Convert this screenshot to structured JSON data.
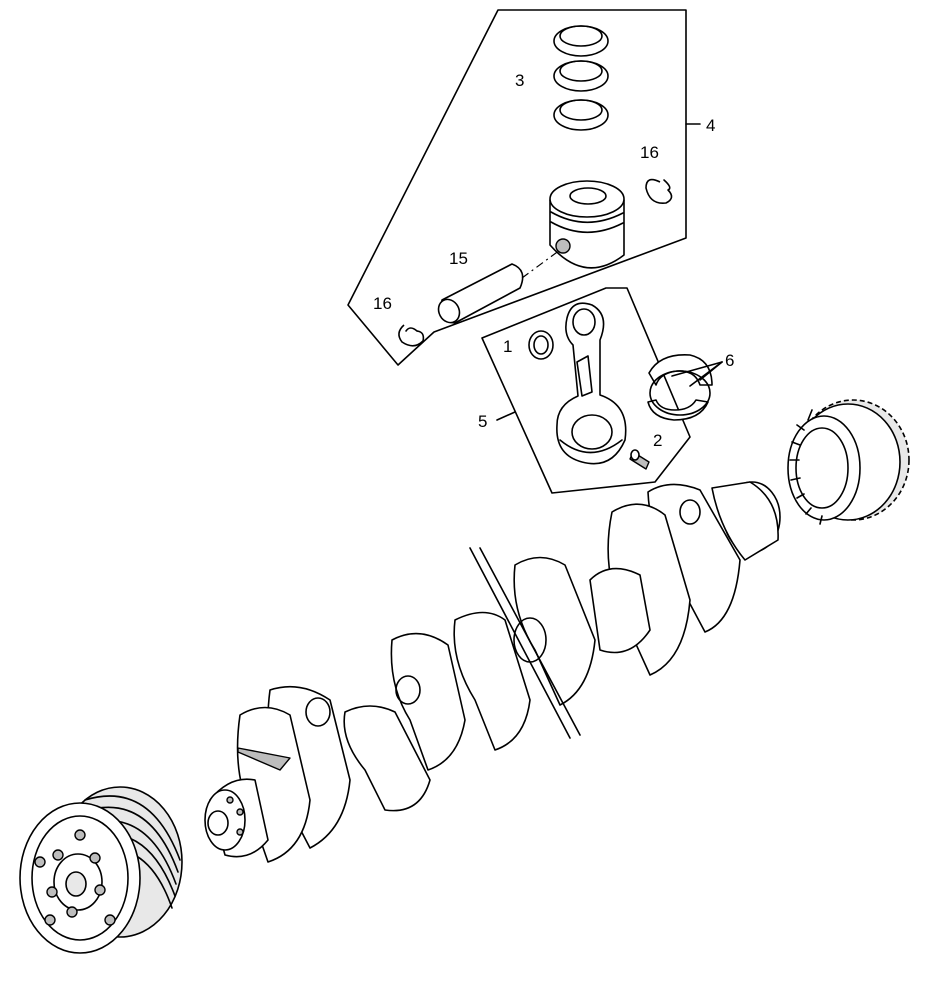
{
  "callouts": {
    "c1": "1",
    "c2": "2",
    "c3": "3",
    "c4": "4",
    "c5": "5",
    "c6": "6",
    "c15": "15",
    "c16a": "16",
    "c16b": "16"
  },
  "parts": {
    "piston_rings": "piston-rings",
    "piston": "piston",
    "piston_pin": "piston-pin",
    "circlip": "snap-ring",
    "connecting_rod": "connecting-rod",
    "small_end_bushing": "bushing",
    "rod_bolt": "bolt",
    "bearing_shells": "bearing-shells",
    "gear": "crankshaft-gear",
    "crankshaft": "crankshaft",
    "pulley": "pulley"
  }
}
